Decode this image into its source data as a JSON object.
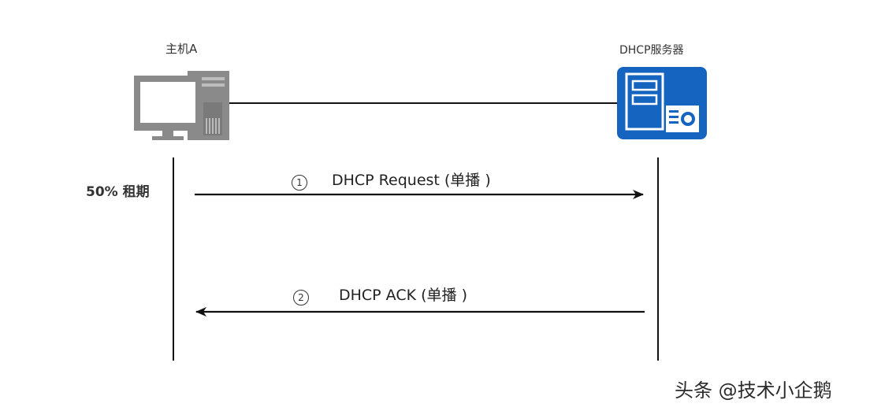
{
  "nodes": {
    "host": {
      "label": "主机A"
    },
    "server": {
      "label": "DHCP服务器"
    }
  },
  "lease_label": "50% 租期",
  "messages": [
    {
      "step": "1",
      "label": "DHCP Request (单播 )",
      "direction": "host-to-server"
    },
    {
      "step": "2",
      "label": "DHCP ACK (单播 )",
      "direction": "server-to-host"
    }
  ],
  "watermark": "头条 @技术小企鹅",
  "colors": {
    "server_blue": "#1565c0",
    "computer_gray": "#8a8a8a",
    "line": "#111111"
  },
  "icons": {
    "host": "desktop-computer-icon",
    "server": "server-icon"
  }
}
